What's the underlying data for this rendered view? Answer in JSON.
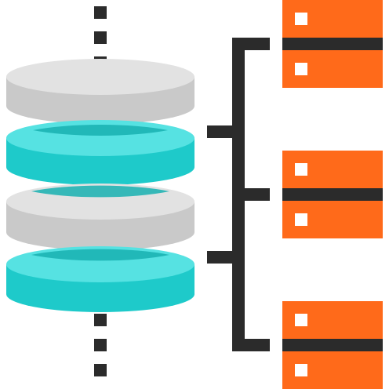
{
  "colors": {
    "background": "#ffffff",
    "disk_gray_side": "#c9c9c9",
    "disk_gray_top": "#e2e2e2",
    "disk_teal_side": "#1ecaca",
    "disk_teal_top": "#56e2e2",
    "overlap_shade": "#18b0b0",
    "connector": "#2b2b2b",
    "server_panel": "#ff6a1a",
    "server_light": "#ffffff"
  },
  "database": {
    "icon": "database-stack-icon",
    "disks": [
      {
        "name": "gray",
        "role": "top"
      },
      {
        "name": "teal",
        "role": "second"
      },
      {
        "name": "gray",
        "role": "third"
      },
      {
        "name": "teal",
        "role": "bottom"
      }
    ]
  },
  "servers": {
    "icon": "server-rack-icon",
    "count": 3,
    "units_per_server": 2
  }
}
